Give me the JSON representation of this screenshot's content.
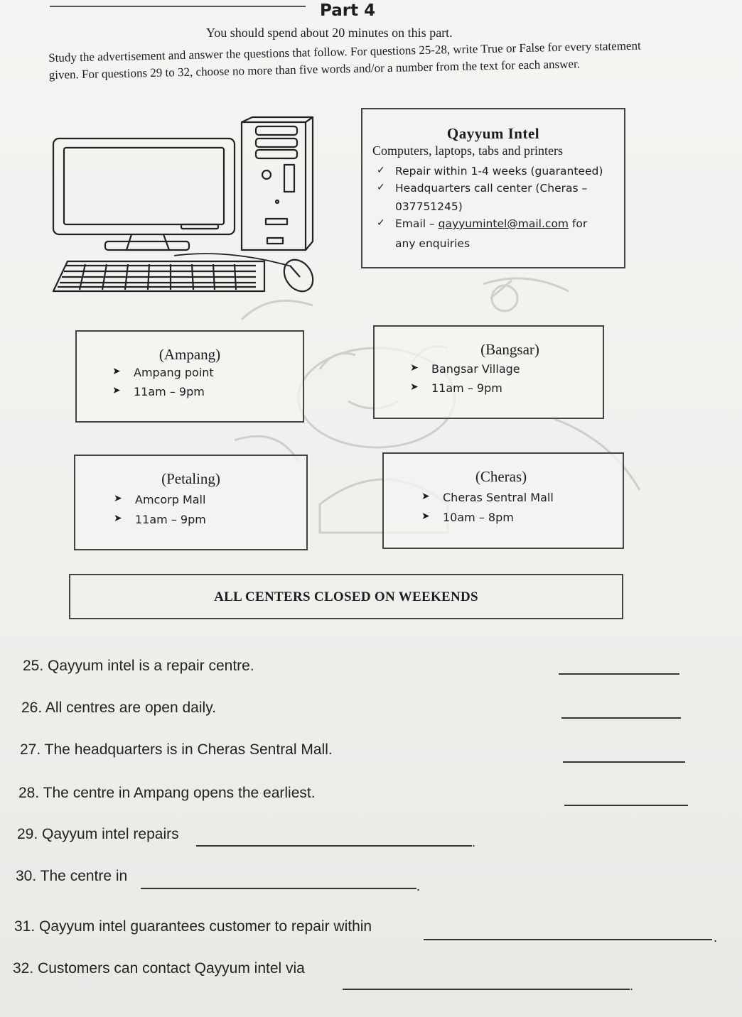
{
  "header": {
    "part": "Part 4",
    "time_note": "You should spend about 20 minutes on this part.",
    "instructions": "Study the advertisement and answer the questions that follow. For questions 25-28, write True or False for every statement given. For questions 29 to 32, choose no more than five words and/or a number from the text for each answer."
  },
  "advert": {
    "company": "Qayyum Intel",
    "products": "Computers, laptops, tabs and printers",
    "bullets": [
      "Repair within 1-4 weeks (guaranteed)",
      "Headquarters call center (Cheras –",
      "037751245)"
    ],
    "email_prefix": "Email –",
    "email": "qayyumintel@mail.com",
    "email_suffix": "for",
    "email_tail": "any enquiries"
  },
  "branches": [
    {
      "area": "(Ampang)",
      "location": "Ampang point",
      "hours": "11am – 9pm"
    },
    {
      "area": "(Bangsar)",
      "location": "Bangsar Village",
      "hours": "11am – 9pm"
    },
    {
      "area": "(Petaling)",
      "location": "Amcorp Mall",
      "hours": "11am – 9pm"
    },
    {
      "area": "(Cheras)",
      "location": "Cheras Sentral Mall",
      "hours": "10am – 8pm"
    }
  ],
  "notice": "ALL CENTERS CLOSED ON WEEKENDS",
  "questions": [
    {
      "number": "25.",
      "text": "Qayyum intel is a repair centre."
    },
    {
      "number": "26.",
      "text": "All centres are open daily."
    },
    {
      "number": "27.",
      "text": "The headquarters is in Cheras Sentral Mall."
    },
    {
      "number": "28.",
      "text": "The centre in Ampang opens the earliest."
    },
    {
      "number": "29.",
      "text": "Qayyum intel repairs"
    },
    {
      "number": "30.",
      "text": "The centre in"
    },
    {
      "number": "31.",
      "text": "Qayyum intel guarantees customer to repair within"
    },
    {
      "number": "32.",
      "text": "Customers can contact Qayyum intel via"
    }
  ],
  "period": "."
}
